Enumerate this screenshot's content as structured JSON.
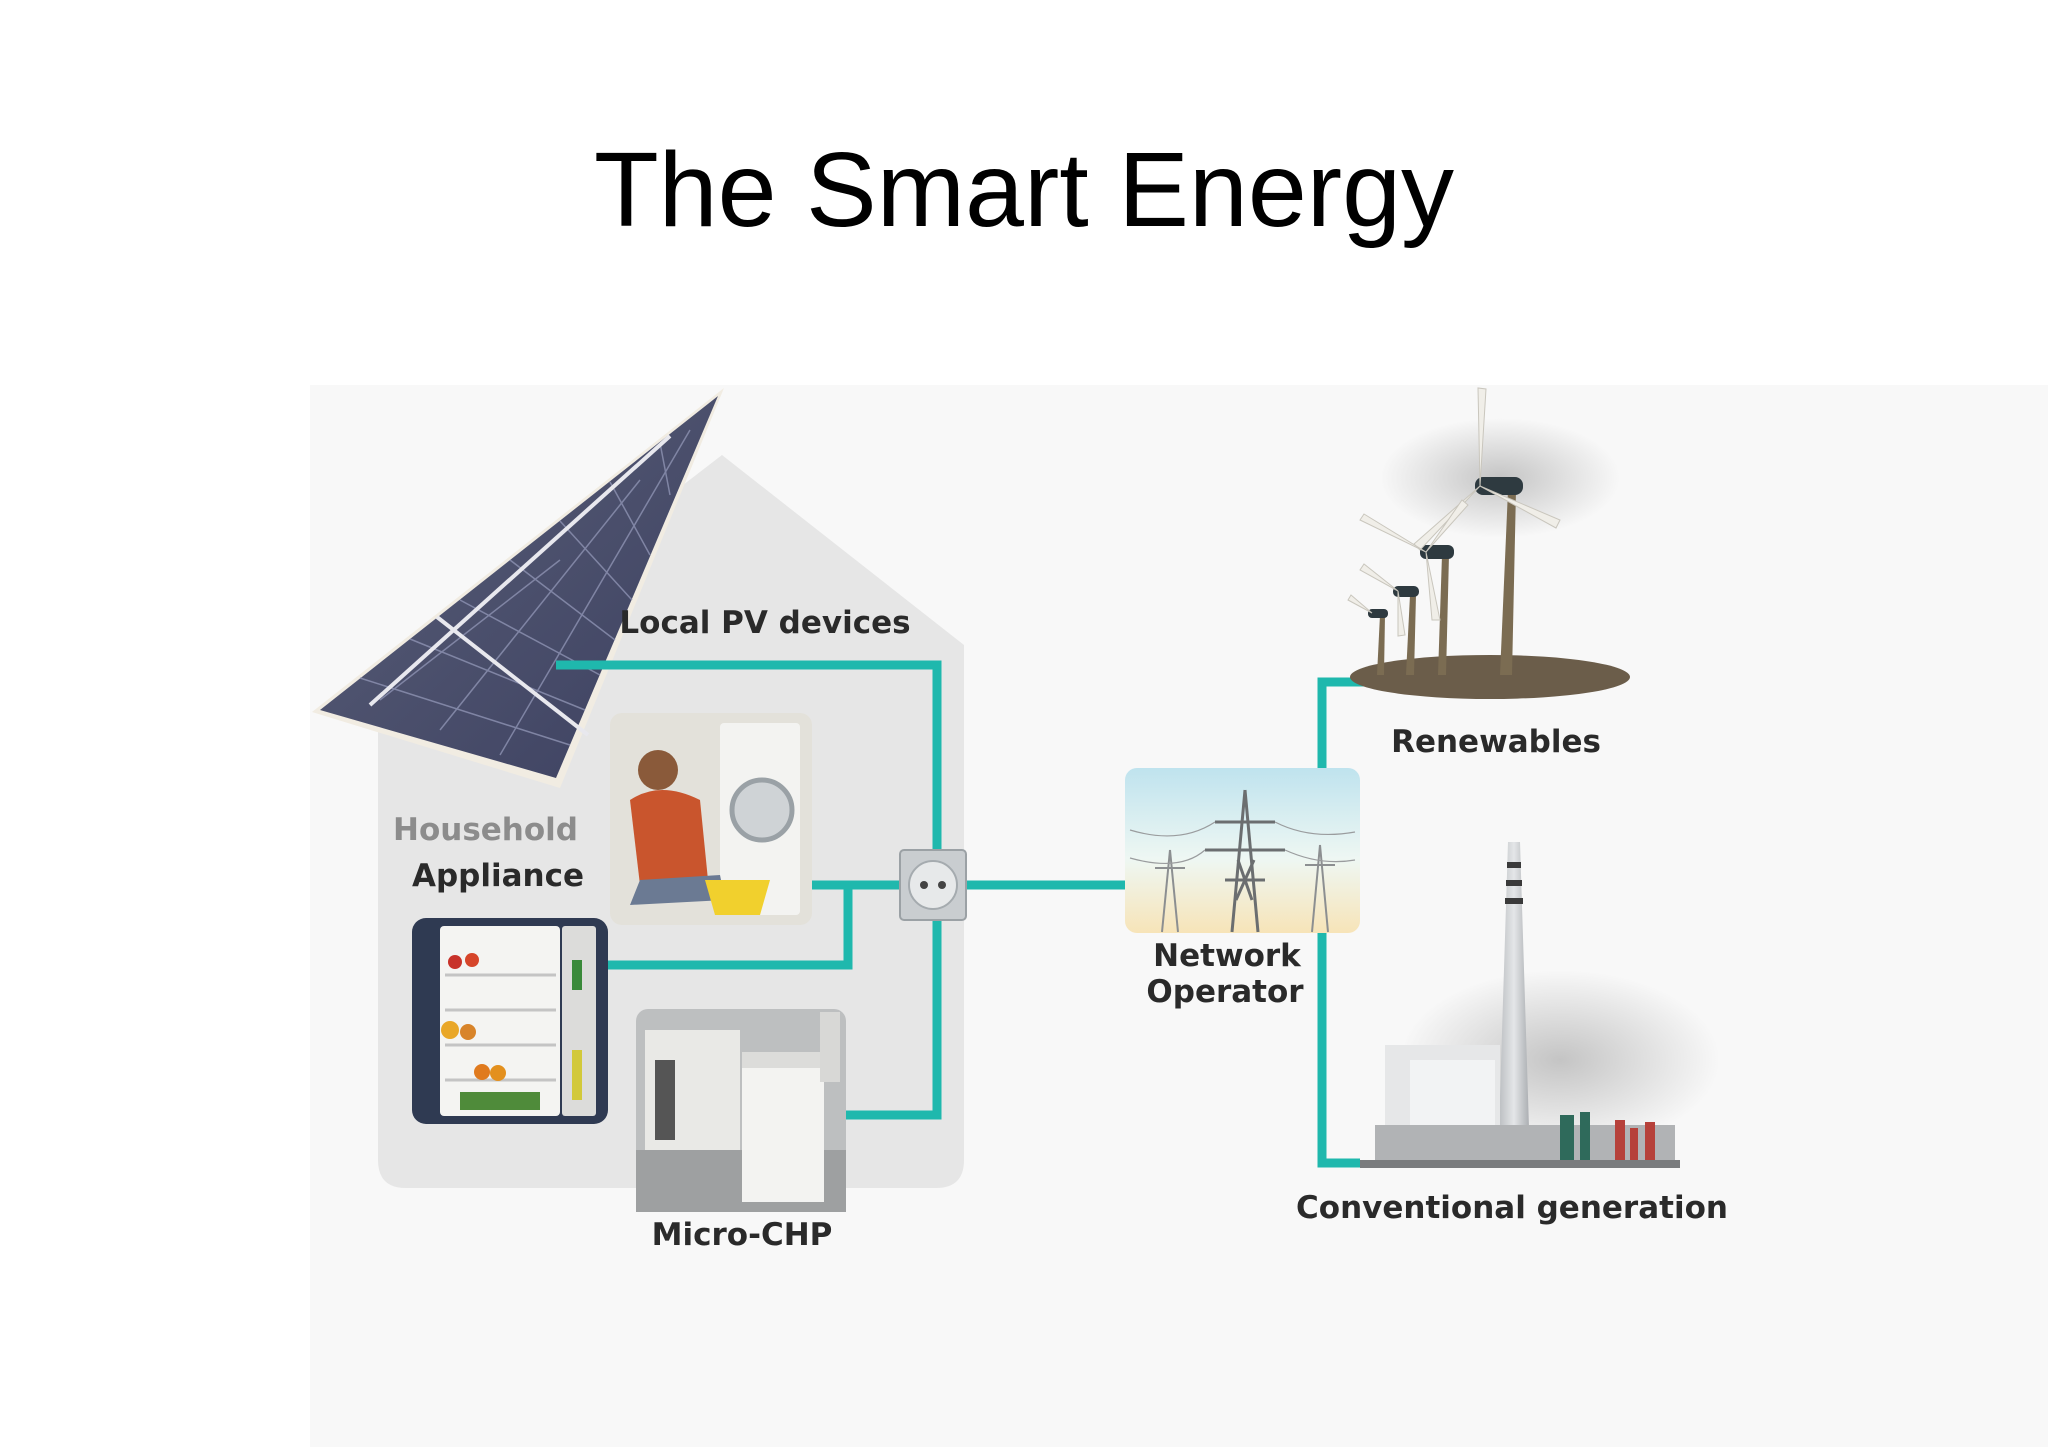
{
  "title": "The Smart Energy",
  "labels": {
    "local_pv": "Local PV devices",
    "household": "Household",
    "appliance": "Appliance",
    "micro_chp": "Micro-CHP",
    "network_operator_line1": "Network",
    "network_operator_line2": "Operator",
    "renewables": "Renewables",
    "conventional": "Conventional generation"
  },
  "colors": {
    "connector": "#1fb8ad",
    "house": "#e6e6e6",
    "label_dark": "#2a2a2a",
    "label_muted": "#8c8c8c"
  }
}
